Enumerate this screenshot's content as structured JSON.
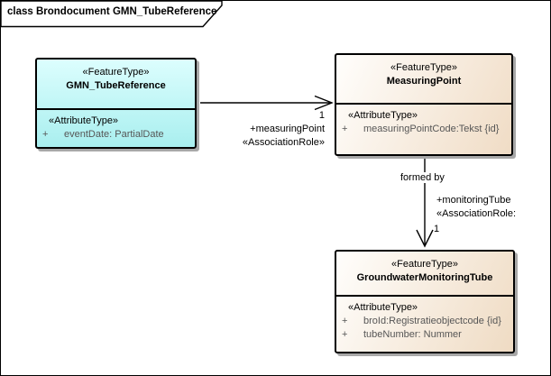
{
  "frame": {
    "title": "class Brondocument GMN_TubeReference"
  },
  "classes": {
    "gmnTubeReference": {
      "stereotype": "«FeatureType»",
      "name": "GMN_TubeReference",
      "attrHeader": "«AttributeType»",
      "attributes": [
        {
          "vis": "+",
          "text": "eventDate: PartialDate"
        }
      ]
    },
    "measuringPoint": {
      "stereotype": "«FeatureType»",
      "name": "MeasuringPoint",
      "attrHeader": "«AttributeType»",
      "attributes": [
        {
          "vis": "+",
          "text": "measuringPointCode:Tekst {id}"
        }
      ]
    },
    "groundwaterMonitoringTube": {
      "stereotype": "«FeatureType»",
      "name": "GroundwaterMonitoringTube",
      "attrHeader": "«AttributeType»",
      "attributes": [
        {
          "vis": "+",
          "text": "broId:Registratieobjectcode {id}"
        },
        {
          "vis": "+",
          "text": "tubeNumber: Nummer"
        }
      ]
    }
  },
  "associations": {
    "toMeasuringPoint": {
      "multiplicity": "1",
      "role": "+measuringPoint",
      "stereotype": "«AssociationRole»"
    },
    "toMonitoringTube": {
      "name": "formed by",
      "role": "+monitoringTube",
      "stereotype": "«AssociationRole:",
      "multiplicity": "1"
    }
  },
  "colors": {
    "cyanFillTop": "#DCFEFE",
    "cyanFillBottom": "#A9EFEF",
    "tanFillLight": "#FFFEFC",
    "tanFillDark": "#F0DCC5",
    "border": "#000000",
    "shadow": "#A8A8A8",
    "attributeText": "#565656",
    "background": "#FFFFFF"
  }
}
